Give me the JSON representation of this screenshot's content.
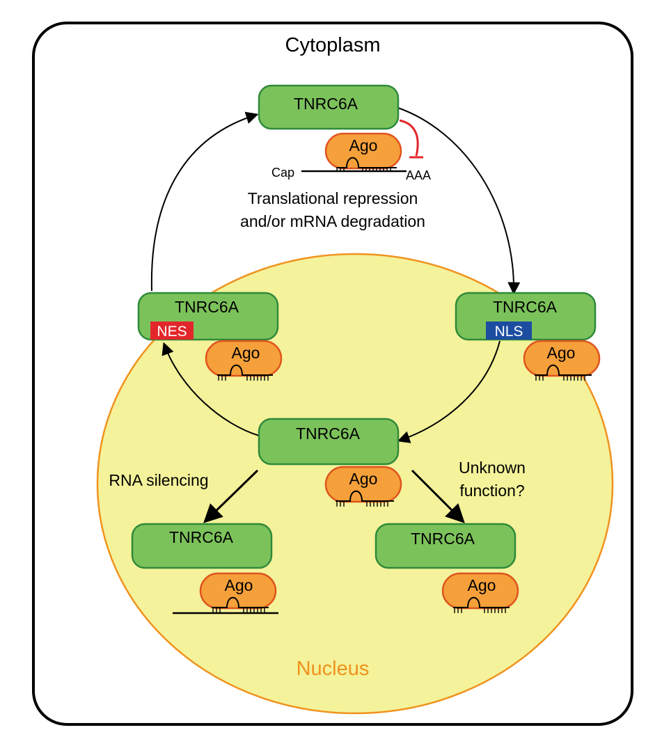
{
  "colors": {
    "protein_fill": "#7cc25b",
    "protein_stroke": "#2f8a3a",
    "ago_fill": "#f5a03a",
    "ago_stroke": "#e0531e",
    "nucleus_fill": "#f4f29a",
    "nucleus_stroke": "#f0921e",
    "nucleus_label": "#f0921e",
    "nes_color": "#e3262b",
    "nls_color": "#1c4da1",
    "inhibit_color": "#e3262b"
  },
  "regions": {
    "cytoplasm": "Cytoplasm",
    "nucleus": "Nucleus"
  },
  "proteins": {
    "top": "TNRC6A",
    "left": "TNRC6A",
    "right": "TNRC6A",
    "center": "TNRC6A",
    "bottom_left": "TNRC6A",
    "bottom_right": "TNRC6A"
  },
  "ago": {
    "top": "Ago",
    "left": "Ago",
    "right": "Ago",
    "center": "Ago",
    "bottom_left": "Ago",
    "bottom_right": "Ago"
  },
  "signals": {
    "nes": "NES",
    "nls": "NLS"
  },
  "mrna": {
    "cap": "Cap",
    "polya": "AAA"
  },
  "notes": {
    "repression_line1": "Translational repression",
    "repression_line2": "and/or mRNA degradation",
    "rna_silencing": "RNA silencing",
    "unknown_line1": "Unknown",
    "unknown_line2": "function?"
  }
}
